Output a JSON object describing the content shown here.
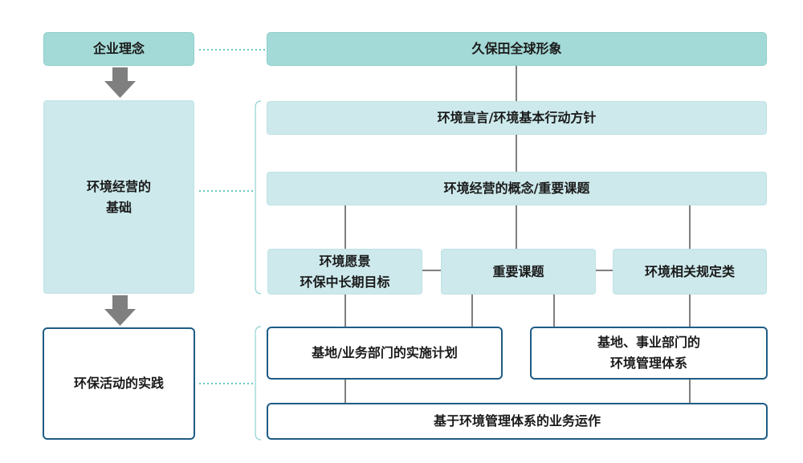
{
  "left": {
    "philosophy": "企业理念",
    "foundation": [
      "环境经营的",
      "基础"
    ],
    "practice": "环保活动的实践"
  },
  "right": {
    "global_image": "久保田全球形象",
    "declaration": "环境宣言/环境基本行动方针",
    "concept": "环境经营的概念/重要课题",
    "vision": [
      "环境愿景",
      "环保中长期目标"
    ],
    "key_issues": "重要课题",
    "regulations": "环境相关规定类",
    "dept_plans": "基地/业务部门的实施计划",
    "mgmt_system": [
      "基地、事业部门的",
      "环境管理体系"
    ],
    "operations": "基于环境管理体系的业务运作"
  },
  "colors": {
    "dark_box": "#a3d9d6",
    "light_box": "#cde9ec",
    "outline": "#1f5c85",
    "connector": "#7f7f7f",
    "arrow": "#7f7f7f",
    "dotted": "#6cc6c4"
  }
}
